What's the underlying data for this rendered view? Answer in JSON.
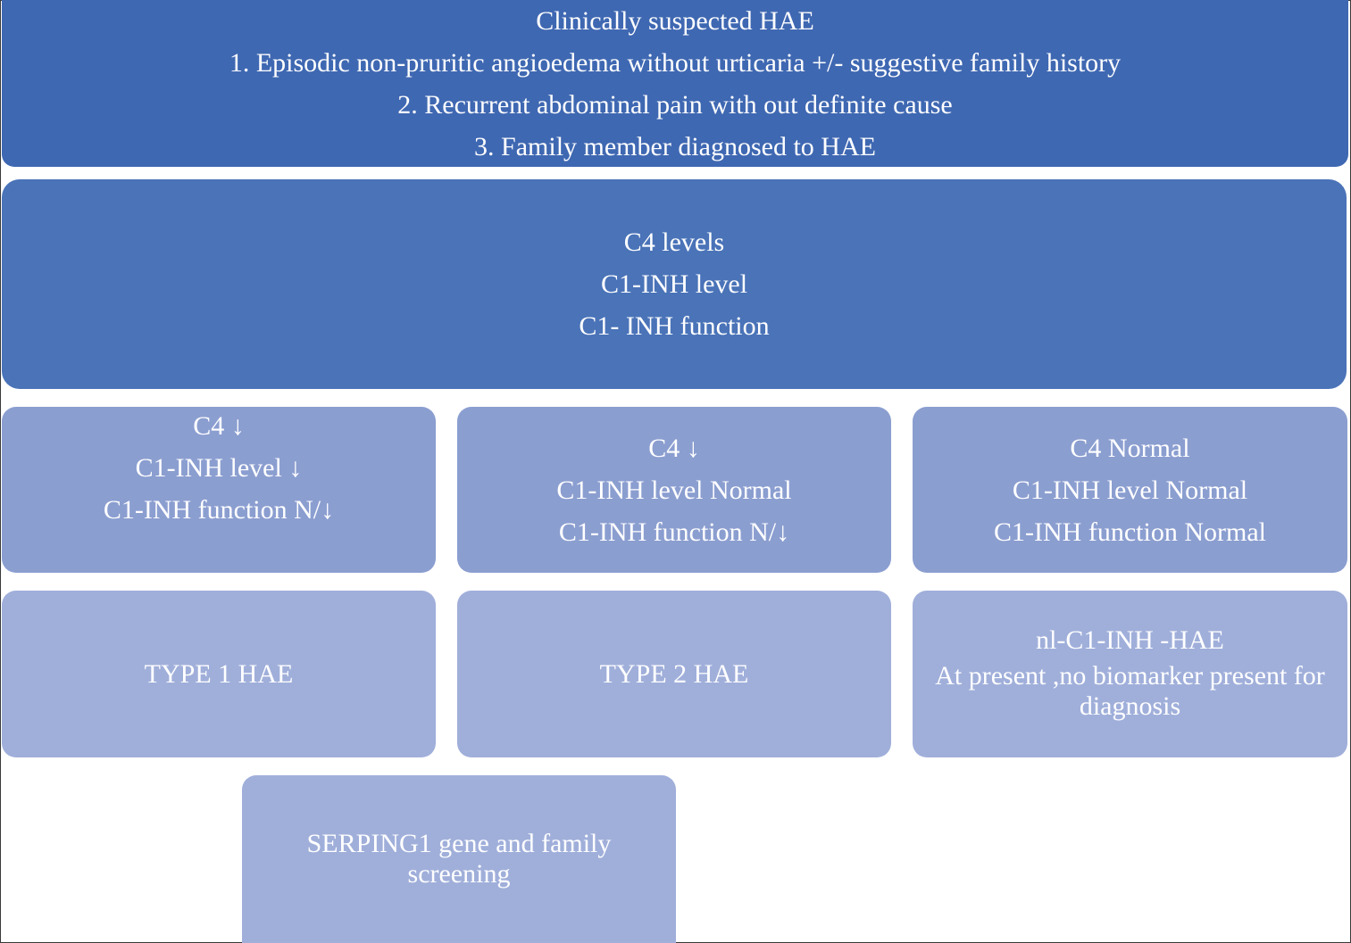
{
  "suspected": {
    "lines": [
      "Clinically suspected HAE",
      "1. Episodic non-pruritic angioedema without urticaria +/- suggestive family history",
      "2. Recurrent abdominal pain with out definite cause",
      "3. Family member diagnosed to HAE"
    ]
  },
  "tests": {
    "lines": [
      "C4 levels",
      "C1-INH level",
      "C1- INH function"
    ]
  },
  "lab_results": [
    {
      "lines": [
        "C4 ↓",
        "C1-INH level ↓",
        "C1-INH function N/↓"
      ]
    },
    {
      "lines": [
        "C4 ↓",
        "C1-INH level Normal",
        "C1-INH function N/↓"
      ]
    },
    {
      "lines": [
        "C4 Normal",
        "C1-INH level Normal",
        "C1-INH function Normal"
      ]
    }
  ],
  "diagnoses": [
    {
      "title": "TYPE 1 HAE"
    },
    {
      "title": "TYPE 2 HAE"
    },
    {
      "title": "nl-C1-INH -HAE",
      "note": "At present ,no biomarker present for diagnosis"
    }
  ],
  "followup": {
    "text": "SERPING1 gene and family screening"
  },
  "colors": {
    "top_box": "#3f68b2",
    "tests_box": "#4a73b8",
    "lab_box": "#8b9ed0",
    "result_box": "#a0afda",
    "text": "#ffffff"
  }
}
